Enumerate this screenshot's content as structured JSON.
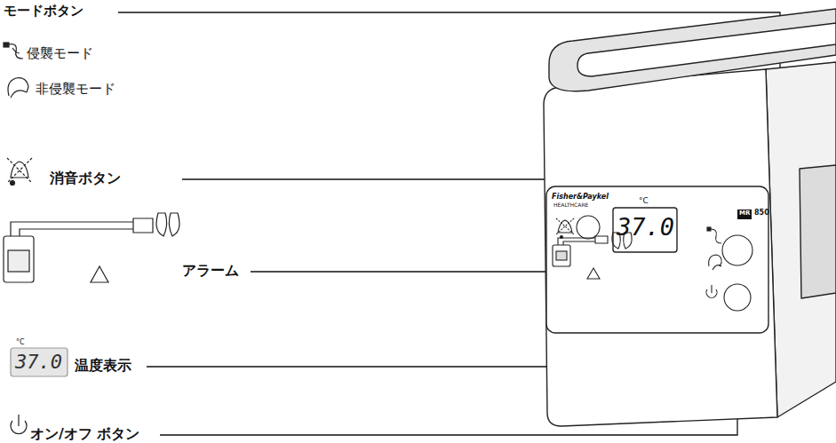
{
  "diagram": {
    "labels": [
      "モードボタン",
      "侵襲モード",
      "非侵襲モード",
      "消音ボタン",
      "アラーム",
      "37.0",
      "°C",
      "温度表示",
      "オン/オフ ボタン",
      "Fisher&Paykel",
      "HEALTHCARE",
      "°C",
      "37.0",
      "MR",
      "850"
    ]
  }
}
